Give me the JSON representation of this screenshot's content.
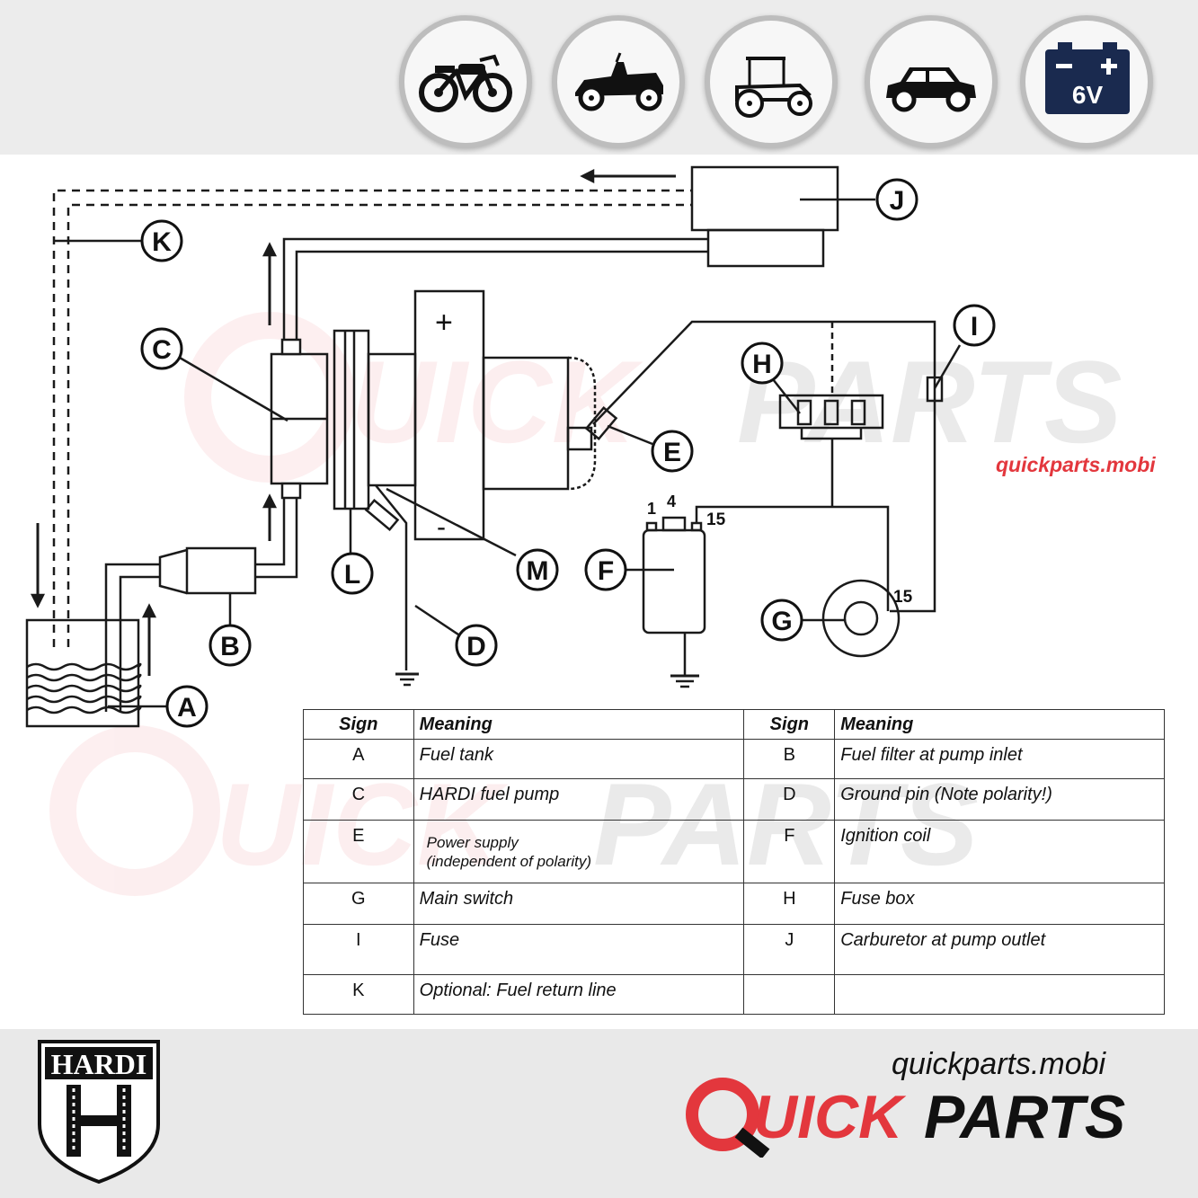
{
  "badges": [
    {
      "icon": "motorcycle-icon"
    },
    {
      "icon": "vintage-car-icon"
    },
    {
      "icon": "carriage-car-icon"
    },
    {
      "icon": "sedan-car-icon"
    },
    {
      "icon": "battery-icon",
      "label": "6V"
    }
  ],
  "diagram": {
    "watermark_url": "quickparts.mobi",
    "labels": {
      "A": "A",
      "B": "B",
      "C": "C",
      "D": "D",
      "E": "E",
      "F": "F",
      "G": "G",
      "H": "H",
      "I": "I",
      "J": "J",
      "K": "K",
      "L": "L",
      "M": "M"
    },
    "pump_plus": "+",
    "pump_minus": "-",
    "terminal_1": "1",
    "terminal_4": "4",
    "terminal_15a": "15",
    "terminal_15b": "15"
  },
  "legend": {
    "headers": [
      "Sign",
      "Meaning",
      "Sign",
      "Meaning"
    ],
    "rows": [
      {
        "s1": "A",
        "m1": "Fuel tank",
        "s2": "B",
        "m2": "Fuel filter at pump inlet"
      },
      {
        "s1": "C",
        "m1": "HARDI fuel pump",
        "s2": "D",
        "m2": "Ground pin (Note polarity!)"
      },
      {
        "s1": "E",
        "m1a": "Power supply",
        "m1b": "(independent of polarity)",
        "s2": "F",
        "m2": "Ignition coil"
      },
      {
        "s1": "G",
        "m1": "Main switch",
        "s2": "H",
        "m2": "Fuse box"
      },
      {
        "s1": "I",
        "m1": "Fuse",
        "s2": "J",
        "m2": "Carburetor at pump outlet"
      },
      {
        "s1": "K",
        "m1": "Optional: Fuel return line",
        "s2": "",
        "m2": ""
      }
    ]
  },
  "footer": {
    "url": "quickparts.mobi",
    "brand_a": "Q",
    "brand_b": "UICK",
    "brand_c": "PARTS",
    "hardi_text": "HARDI",
    "accent_color": "#e3373d"
  }
}
